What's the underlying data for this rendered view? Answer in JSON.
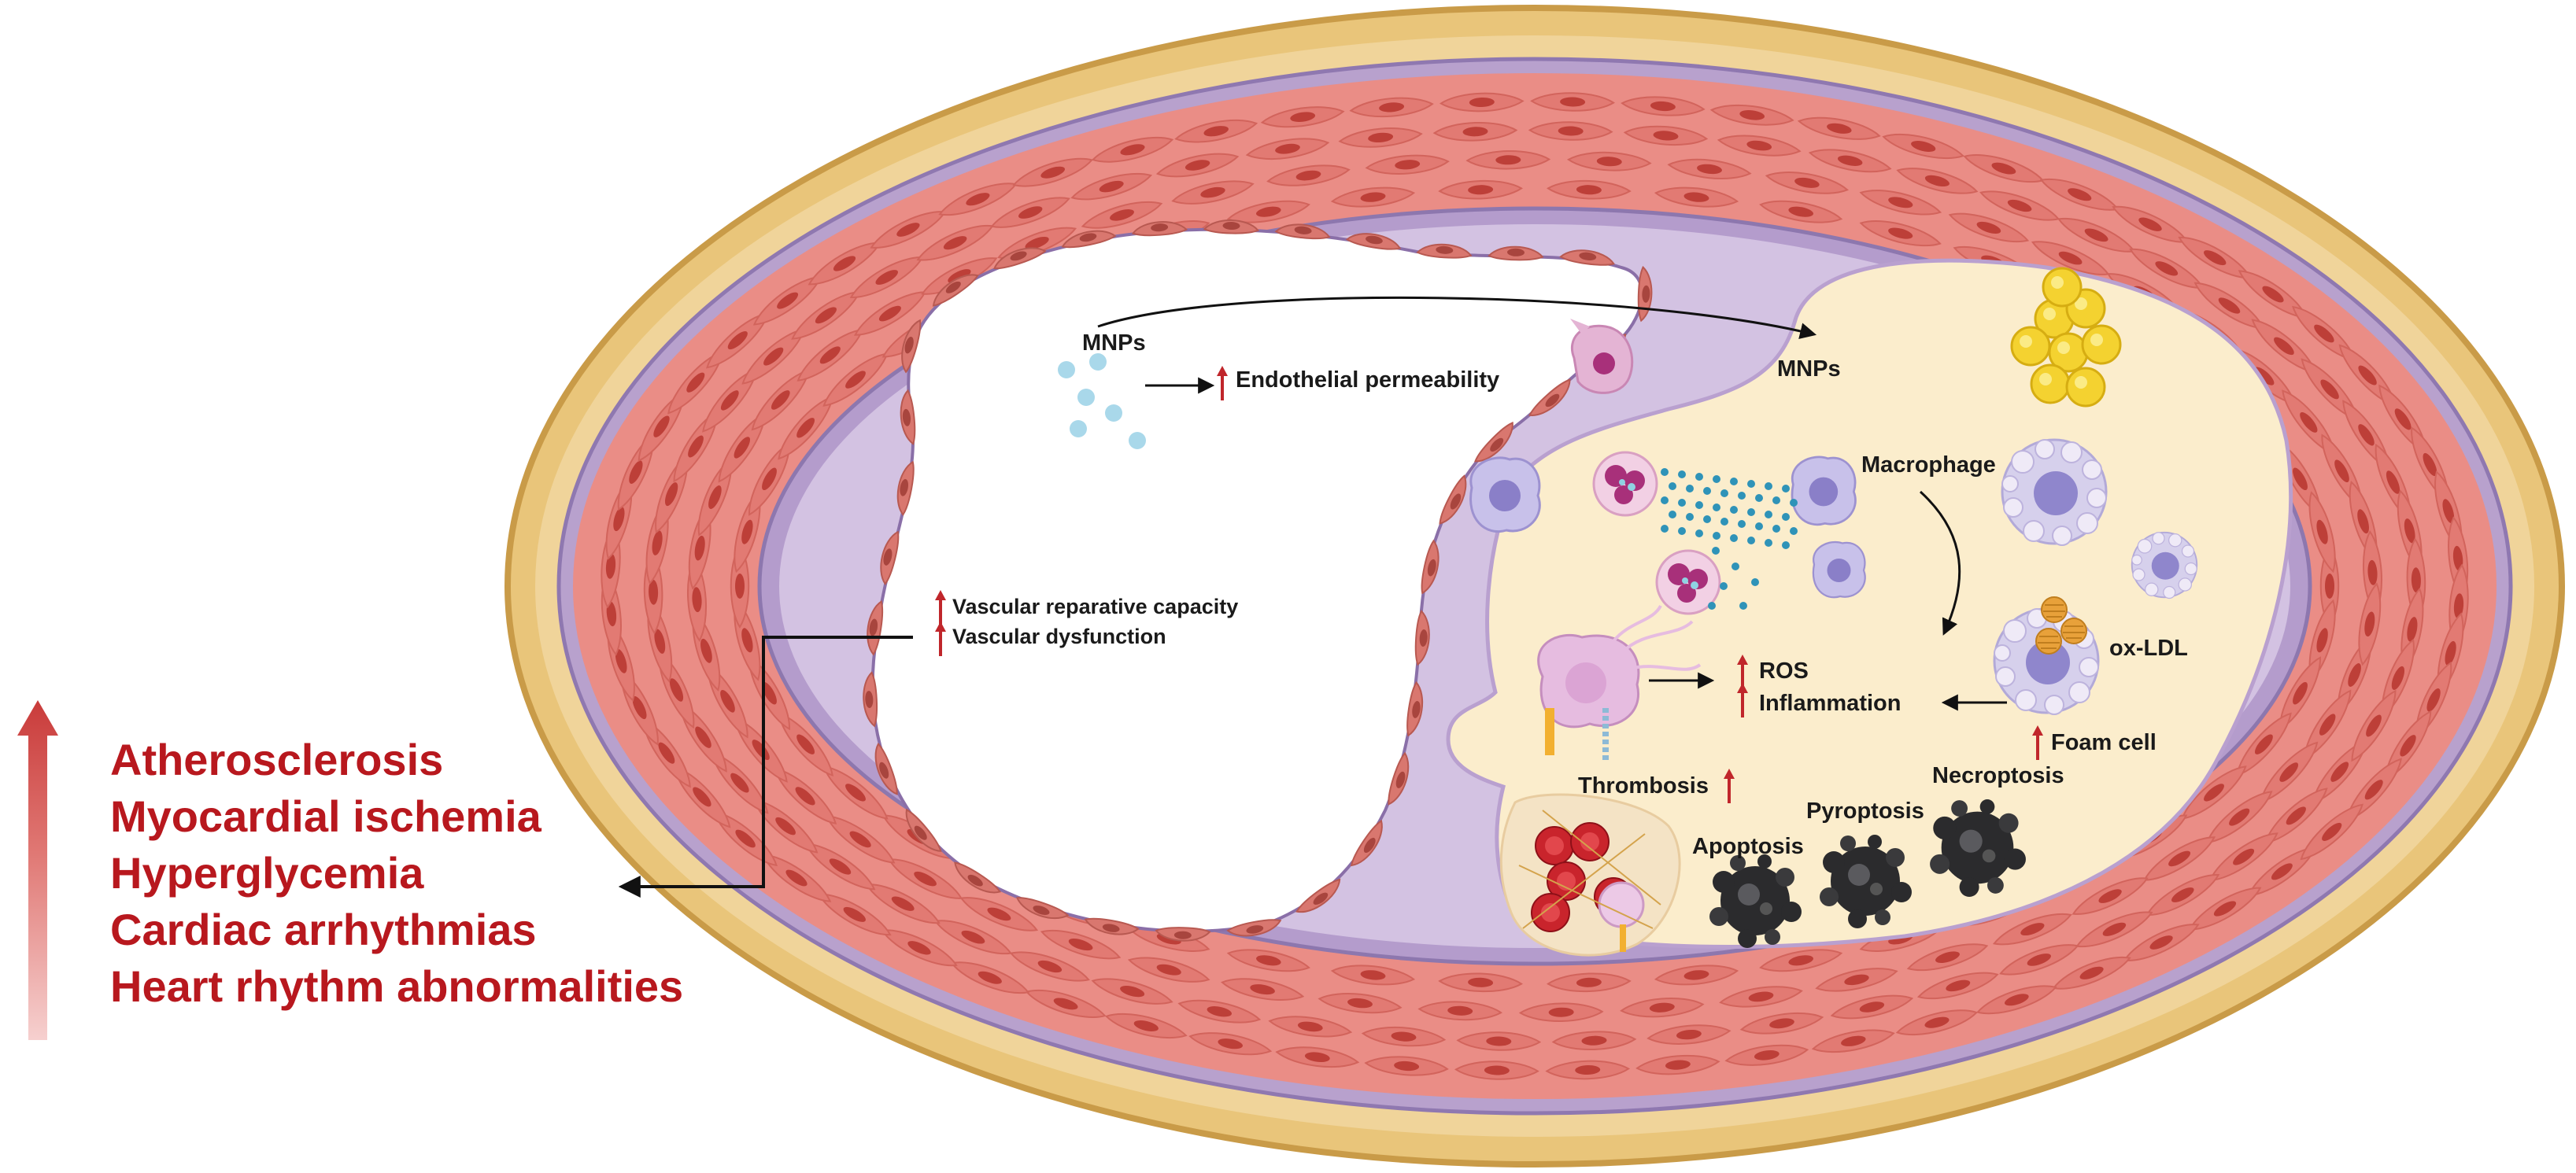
{
  "colors": {
    "outcome_text": "#b8181e",
    "up_arrow": "#c0262b",
    "adventitia": "#e9c57a",
    "media": "#ea8d86",
    "intima": "#c4aed4",
    "plaque": "#fbedcc",
    "lumen": "#ffffff",
    "mnp": "#a9d8ea"
  },
  "labels": {
    "mnps_lumen": "MNPs",
    "endothelial_permeability": "Endothelial permeability",
    "mnps_plaque": "MNPs",
    "macrophage": "Macrophage",
    "vascular_reparative": "Vascular reparative capacity",
    "vascular_dysfunction": "Vascular dysfunction",
    "ox_ldl": "ox-LDL",
    "ros": "ROS",
    "inflammation": "Inflammation",
    "foam_cell": "Foam cell",
    "thrombosis": "Thrombosis",
    "necroptosis": "Necroptosis",
    "pyroptosis": "Pyroptosis",
    "apoptosis": "Apoptosis"
  },
  "outcomes": [
    "Atherosclerosis",
    "Myocardial ischemia",
    "Hyperglycemia",
    "Cardiac arrhythmias",
    "Heart rhythm abnormalities"
  ],
  "icons": [
    "increase-arrow-icon",
    "smooth-muscle-cell-icon",
    "endothelial-cell-icon",
    "macrophage-icon",
    "foam-cell-icon",
    "ldl-particle-icon",
    "red-blood-cell-icon",
    "platelet-icon",
    "dying-cell-icon"
  ]
}
